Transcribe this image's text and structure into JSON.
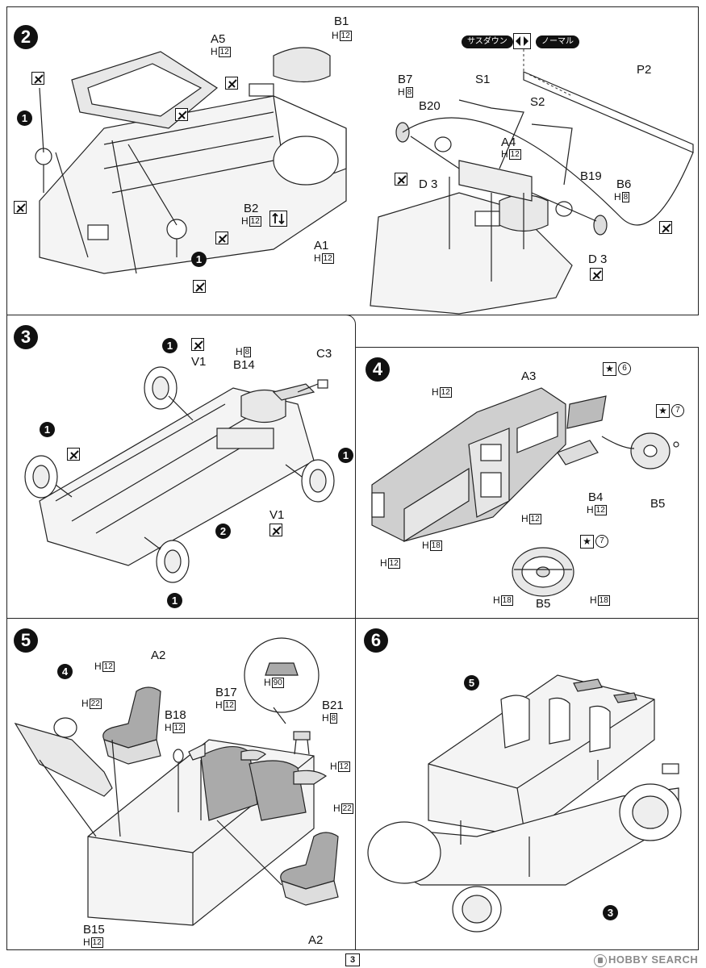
{
  "steps": {
    "s2": "2",
    "s3": "3",
    "s4": "4",
    "s5": "5",
    "s6": "6"
  },
  "bullet_mark": "1",
  "step2": {
    "parts": {
      "a5": "A5",
      "b1": "B1",
      "b2": "B2",
      "a1": "A1",
      "b7": "B7",
      "b20": "B20",
      "s1": "S1",
      "s2": "S2",
      "a4": "A4",
      "b19": "B19",
      "b6": "B6",
      "d3_left": "D 3",
      "d3_right": "D 3",
      "p2": "P2"
    },
    "colors": {
      "a5": "12",
      "b1": "12",
      "b2": "12",
      "a1": "12",
      "b7": "8",
      "a4": "12",
      "b6": "8"
    },
    "option_lowered": "サスダウン",
    "option_normal": "ノーマル"
  },
  "step3": {
    "parts": {
      "v1_top": "V1",
      "b14": "B14",
      "c3": "C3",
      "v1_bottom": "V1",
      "ref2": "2"
    },
    "colors": {
      "b14": "8"
    }
  },
  "step4": {
    "parts": {
      "a3": "A3",
      "b4": "B4",
      "b5_top": "B5",
      "b5_bottom": "B5"
    },
    "colors": {
      "a3": "12",
      "left_low": "12",
      "left_mid": "18",
      "b4": "12",
      "wheel_top": "12",
      "wheel_left": "18",
      "wheel_right": "18"
    },
    "decals": {
      "meter": "6",
      "wheel_top": "7",
      "wheel_bottom": "7"
    }
  },
  "step5": {
    "parts": {
      "ref4": "4",
      "a2_top": "A2",
      "b18": "B18",
      "b17": "B17",
      "b21": "B21",
      "b15": "B15",
      "a2_bottom": "A2"
    },
    "colors": {
      "a2_top": "12",
      "a2_side": "22",
      "b18": "12",
      "b17": "12",
      "detail": "90",
      "b21": "8",
      "rear_upper": "12",
      "rear_lower": "22",
      "b15": "12"
    }
  },
  "step6": {
    "parts": {
      "ref5": "5",
      "ref3": "3"
    }
  },
  "color_prefix": "H",
  "page_number": "3",
  "watermark": "HOBBY SEARCH"
}
